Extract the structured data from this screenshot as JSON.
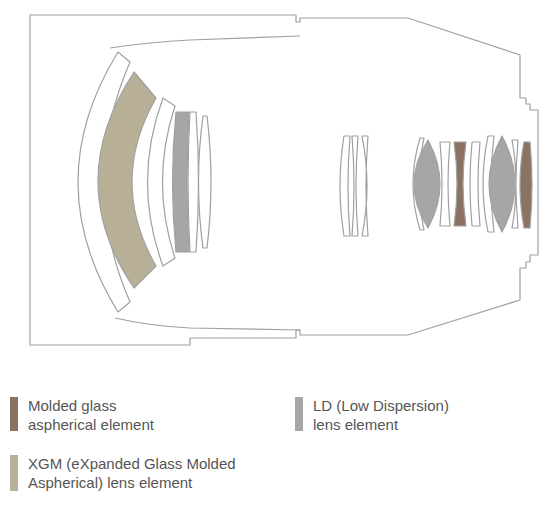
{
  "diagram": {
    "legend": [
      {
        "text": "Molded glass aspherical element",
        "color": "#8c7262"
      },
      {
        "text": "LD (Low Dispersion) lens element",
        "color": "#a6a6a6"
      },
      {
        "text": "XGM (eXpanded Glass Molded Aspherical) lens element",
        "color": "#b8b096"
      }
    ]
  }
}
